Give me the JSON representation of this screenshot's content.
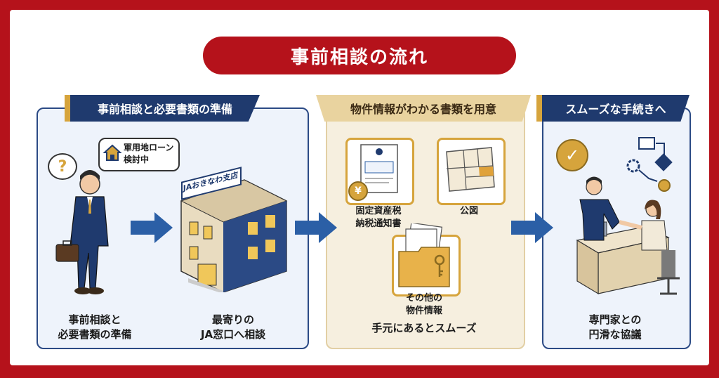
{
  "title": "事前相談の流れ",
  "steps": [
    {
      "banner": "事前相談と必要書類の準備",
      "speech_line1": "軍用地ローン",
      "speech_line2": "検討中",
      "building_sign": "JAおきなわ支店",
      "caption_left_1": "事前相談と",
      "caption_left_2": "必要書類の準備",
      "caption_right_1": "最寄りの",
      "caption_right_2": "JA窓口へ相談"
    },
    {
      "banner": "物件情報がわかる書類を用意",
      "doc1_line1": "固定資産税",
      "doc1_line2": "納税通知書",
      "doc2": "公図",
      "doc3_line1": "その他の",
      "doc3_line2": "物件情報",
      "caption": "手元にあるとスムーズ"
    },
    {
      "banner": "スムーズな手続きへ",
      "caption_1": "専門家との",
      "caption_2": "円滑な協議"
    }
  ],
  "colors": {
    "red": "#b5121b",
    "navy": "#1f3a6e",
    "gold": "#d6a43c",
    "arrow": "#2b5fa6"
  },
  "icons": [
    "question-icon",
    "house-icon",
    "yen-icon",
    "key-icon",
    "check-icon",
    "gear-icon",
    "arrow-right-icon"
  ]
}
